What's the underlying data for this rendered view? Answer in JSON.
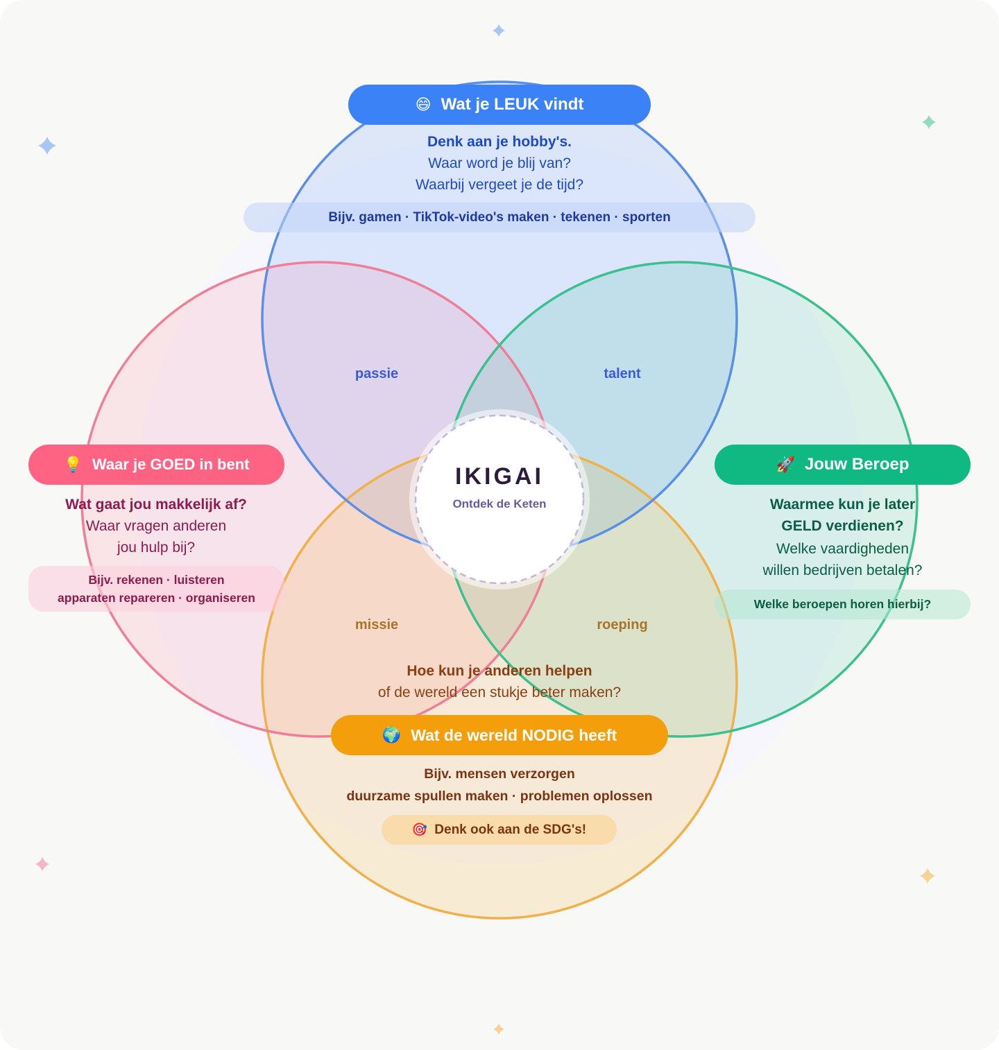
{
  "colors": {
    "blue": "#3b82f6",
    "pink": "#ff6384",
    "green": "#10b981",
    "orange": "#f59e0b",
    "center_border": "#c4b5dd"
  },
  "decorations": {
    "sparkles": [
      {
        "name": "sparkle-top",
        "color": "#a8c6f5"
      },
      {
        "name": "sparkle-top-left",
        "color": "#a8c6f5"
      },
      {
        "name": "sparkle-top-right",
        "color": "#8fdcc0"
      },
      {
        "name": "sparkle-bottom-left",
        "color": "#f7b3c8"
      },
      {
        "name": "sparkle-bottom-right",
        "color": "#f8d193"
      },
      {
        "name": "sparkle-bottom",
        "color": "#f8d193"
      }
    ]
  },
  "circles": {
    "leuk": {
      "emoji": "😄",
      "title": "Wat je LEUK vindt",
      "question_bold": "Denk aan je hobby's.",
      "lines": [
        "Waar word je blij van?",
        "Waarbij vergeet je de tijd?"
      ],
      "hint": "Bijv. gamen · TikTok-video's maken · tekenen · sporten"
    },
    "goed": {
      "emoji": "💡",
      "title": "Waar je GOED in bent",
      "question_bold": "Wat gaat jou makkelijk af?",
      "lines": [
        "Waar vragen anderen",
        "jou hulp bij?"
      ],
      "hint_lines": [
        "Bijv. rekenen · luisteren",
        "apparaten repareren · organiseren"
      ]
    },
    "beroep": {
      "emoji": "🚀",
      "title": "Jouw Beroep",
      "question_bold_lines": [
        "Waarmee kun je later",
        "GELD verdienen?"
      ],
      "lines": [
        "Welke vaardigheden",
        "willen bedrijven betalen?"
      ],
      "hint": "Welke beroepen horen hierbij?"
    },
    "nodig": {
      "emoji": "🌍",
      "title": "Wat de wereld NODIG heeft",
      "question_bold": "Hoe kun je anderen helpen",
      "lines": [
        "of de wereld een stukje beter maken?"
      ],
      "examples": [
        "Bijv. mensen verzorgen",
        "duurzame spullen maken · problemen oplossen"
      ],
      "hint_emoji": "🎯",
      "hint": "Denk ook aan de SDG's!"
    }
  },
  "zones": {
    "passie": "passie",
    "talent": "talent",
    "missie": "missie",
    "roeping": "roeping"
  },
  "center": {
    "title": "IKIGAI",
    "subtitle": "Ontdek de Keten"
  }
}
